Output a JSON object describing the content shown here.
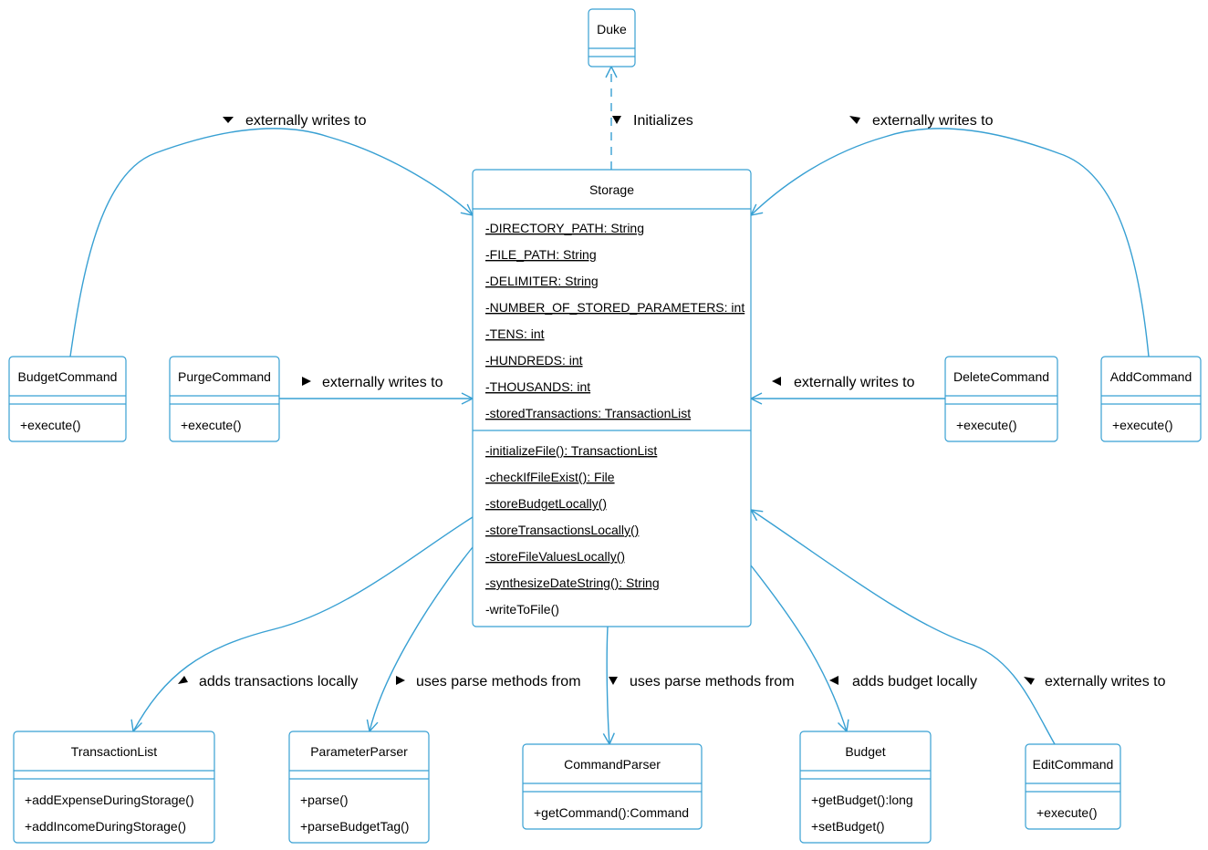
{
  "colors": {
    "line": "#38a0d3",
    "text": "#000000",
    "background": "#ffffff"
  },
  "classes": {
    "duke": {
      "name": "Duke",
      "attributes": [],
      "methods": []
    },
    "storage": {
      "name": "Storage",
      "attributes": [
        {
          "text": "-DIRECTORY_PATH: String",
          "static": true
        },
        {
          "text": "-FILE_PATH: String",
          "static": true
        },
        {
          "text": "-DELIMITER: String",
          "static": true
        },
        {
          "text": "-NUMBER_OF_STORED_PARAMETERS: int",
          "static": true
        },
        {
          "text": "-TENS: int",
          "static": true
        },
        {
          "text": "-HUNDREDS: int",
          "static": true
        },
        {
          "text": "-THOUSANDS: int",
          "static": true
        },
        {
          "text": "-storedTransactions: TransactionList",
          "static": true
        }
      ],
      "methods": [
        {
          "text": "-initializeFile(): TransactionList",
          "static": true
        },
        {
          "text": "-checkIfFileExist(): File",
          "static": true
        },
        {
          "text": "-storeBudgetLocally()",
          "static": true
        },
        {
          "text": "-storeTransactionsLocally()",
          "static": true
        },
        {
          "text": "-storeFileValuesLocally()",
          "static": true
        },
        {
          "text": "-synthesizeDateString(): String",
          "static": true
        },
        {
          "text": "-writeToFile()",
          "static": false
        }
      ]
    },
    "budget_command": {
      "name": "BudgetCommand",
      "attributes": [],
      "methods": [
        {
          "text": "+execute()",
          "static": false
        }
      ]
    },
    "purge_command": {
      "name": "PurgeCommand",
      "attributes": [],
      "methods": [
        {
          "text": "+execute()",
          "static": false
        }
      ]
    },
    "delete_command": {
      "name": "DeleteCommand",
      "attributes": [],
      "methods": [
        {
          "text": "+execute()",
          "static": false
        }
      ]
    },
    "add_command": {
      "name": "AddCommand",
      "attributes": [],
      "methods": [
        {
          "text": "+execute()",
          "static": false
        }
      ]
    },
    "transaction_list": {
      "name": "TransactionList",
      "attributes": [],
      "methods": [
        {
          "text": "+addExpenseDuringStorage()",
          "static": false
        },
        {
          "text": "+addIncomeDuringStorage()",
          "static": false
        }
      ]
    },
    "parameter_parser": {
      "name": "ParameterParser",
      "attributes": [],
      "methods": [
        {
          "text": "+parse()",
          "static": false
        },
        {
          "text": "+parseBudgetTag()",
          "static": false
        }
      ]
    },
    "command_parser": {
      "name": "CommandParser",
      "attributes": [],
      "methods": [
        {
          "text": "+getCommand():Command",
          "static": false
        }
      ]
    },
    "budget": {
      "name": "Budget",
      "attributes": [],
      "methods": [
        {
          "text": "+getBudget():long",
          "static": false
        },
        {
          "text": "+setBudget()",
          "static": false
        }
      ]
    },
    "edit_command": {
      "name": "EditCommand",
      "attributes": [],
      "methods": [
        {
          "text": "+execute()",
          "static": false
        }
      ]
    }
  },
  "relations": [
    {
      "id": "storage-duke",
      "from": "Storage",
      "to": "Duke",
      "style": "dashed",
      "label": "Initializes",
      "direction": "down"
    },
    {
      "id": "budgetcommand-storage",
      "from": "BudgetCommand",
      "to": "Storage",
      "style": "solid",
      "label": "externally writes to",
      "direction": "down-left"
    },
    {
      "id": "addcommand-storage",
      "from": "AddCommand",
      "to": "Storage",
      "style": "solid",
      "label": "externally writes to",
      "direction": "down-right"
    },
    {
      "id": "purgecommand-storage",
      "from": "PurgeCommand",
      "to": "Storage",
      "style": "solid",
      "label": "externally writes to",
      "direction": "right"
    },
    {
      "id": "deletecommand-storage",
      "from": "DeleteCommand",
      "to": "Storage",
      "style": "solid",
      "label": "externally writes to",
      "direction": "left"
    },
    {
      "id": "storage-transactionlist",
      "from": "Storage",
      "to": "TransactionList",
      "style": "solid",
      "label": "adds transactions locally",
      "direction": "up-right"
    },
    {
      "id": "storage-parameterparser",
      "from": "Storage",
      "to": "ParameterParser",
      "style": "solid",
      "label": "uses parse methods from",
      "direction": "right"
    },
    {
      "id": "storage-commandparser",
      "from": "Storage",
      "to": "CommandParser",
      "style": "solid",
      "label": "uses parse methods from",
      "direction": "down"
    },
    {
      "id": "storage-budget",
      "from": "Storage",
      "to": "Budget",
      "style": "solid",
      "label": "adds budget locally",
      "direction": "left"
    },
    {
      "id": "editcommand-storage",
      "from": "EditCommand",
      "to": "Storage",
      "style": "solid",
      "label": "externally writes to",
      "direction": "down-right"
    }
  ]
}
